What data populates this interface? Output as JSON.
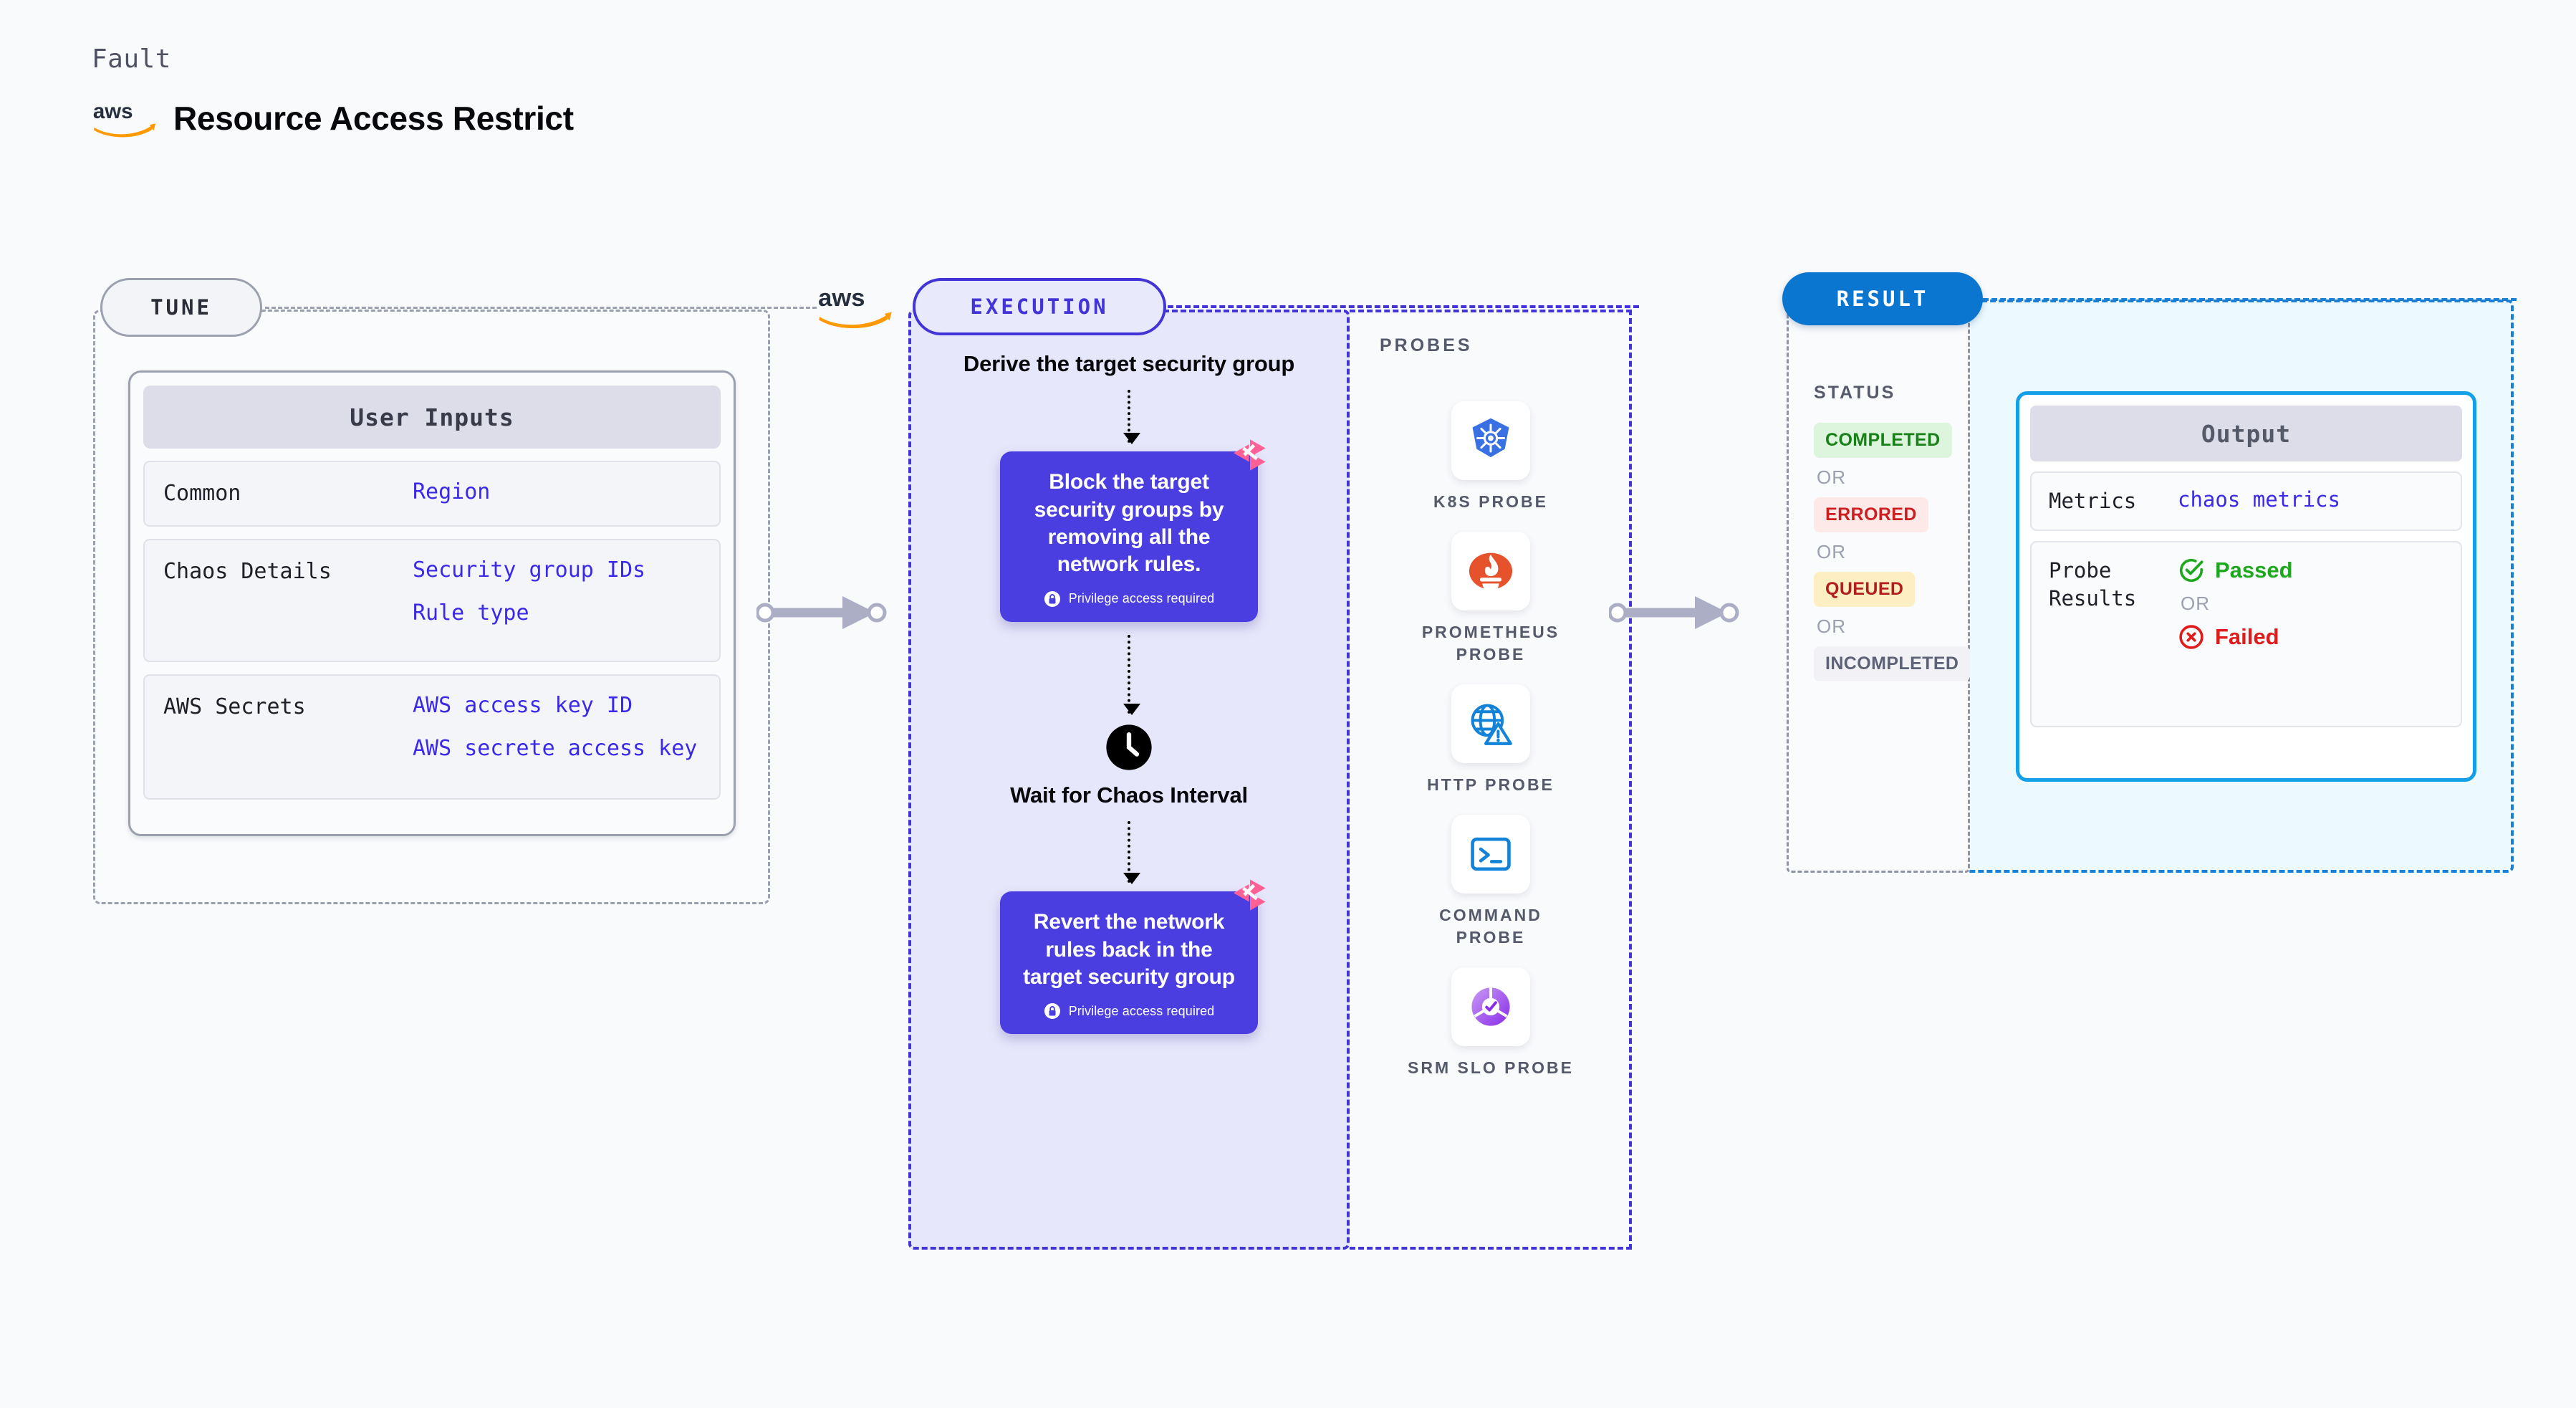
{
  "header": {
    "kicker": "Fault",
    "title": "Resource Access Restrict",
    "logo_icon": "aws-logo-icon"
  },
  "tune": {
    "badge": "TUNE",
    "logo_icon": "aws-logo-icon",
    "card_title": "User Inputs",
    "rows": [
      {
        "key": "Common",
        "values": [
          "Region"
        ]
      },
      {
        "key": "Chaos Details",
        "values": [
          "Security group IDs",
          "Rule type"
        ]
      },
      {
        "key": "AWS Secrets",
        "values": [
          "AWS access key ID",
          "AWS secrete access key"
        ]
      }
    ]
  },
  "execution": {
    "badge": "EXECUTION",
    "start_step": "Derive the target security group",
    "action_1": {
      "text": "Block the target security groups by removing all the network rules.",
      "privilege_note": "Privilege access required",
      "lock_icon": "lock-icon",
      "corner_icon": "harness-logo-icon"
    },
    "wait_step": {
      "label": "Wait for Chaos Interval",
      "icon": "clock-icon"
    },
    "action_2": {
      "text": "Revert the network rules back in the target security group",
      "privilege_note": "Privilege access required",
      "lock_icon": "lock-icon",
      "corner_icon": "harness-logo-icon"
    }
  },
  "probes": {
    "label": "PROBES",
    "items": [
      {
        "label": "K8S PROBE",
        "icon": "kubernetes-icon"
      },
      {
        "label": "PROMETHEUS PROBE",
        "icon": "prometheus-icon"
      },
      {
        "label": "HTTP PROBE",
        "icon": "globe-warning-icon"
      },
      {
        "label": "COMMAND PROBE",
        "icon": "terminal-icon"
      },
      {
        "label": "SRM SLO PROBE",
        "icon": "srm-slo-icon"
      }
    ]
  },
  "result": {
    "badge": "RESULT",
    "status_label": "STATUS",
    "or_label": "OR",
    "statuses": [
      {
        "label": "COMPLETED",
        "bg": "#dcf5dc",
        "fg": "#198019"
      },
      {
        "label": "ERRORED",
        "bg": "#fde9e8",
        "fg": "#cc2020"
      },
      {
        "label": "QUEUED",
        "bg": "#fdeec3",
        "fg": "#b21d1d"
      },
      {
        "label": "INCOMPLETED",
        "bg": "#f1f1f6",
        "fg": "#5d6276"
      }
    ],
    "output": {
      "title": "Output",
      "metrics_key": "Metrics",
      "metrics_value": "chaos metrics",
      "probe_key": "Probe Results",
      "passed_label": "Passed",
      "failed_label": "Failed",
      "or_label": "OR",
      "passed_icon": "check-circle-icon",
      "failed_icon": "x-circle-icon"
    }
  },
  "colors": {
    "page_bg": "#f9fafb",
    "tune_border": "#9aa0ae",
    "execution_border": "#4334d8",
    "execution_bg": "#e7e7fb",
    "action_card": "#4a3ee0",
    "result_border": "#1b7fd4",
    "result_bg": "#ecfaff",
    "result_badge": "#0b76d0",
    "output_border": "#13a0e8",
    "link_value": "#3a29e8",
    "harness_pink": "#ff6196"
  }
}
